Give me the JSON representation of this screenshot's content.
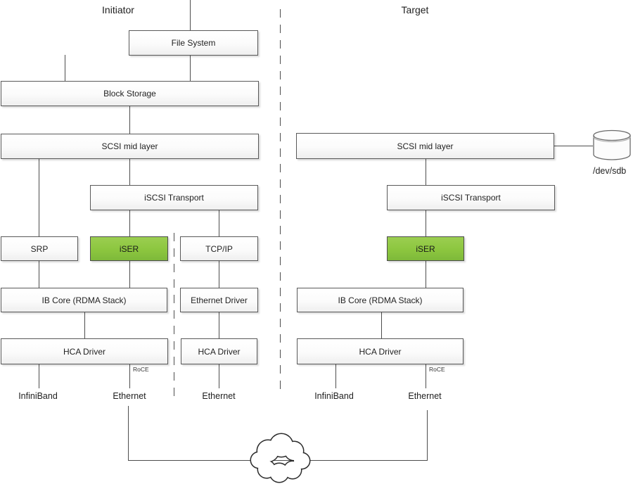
{
  "titles": {
    "initiator": "Initiator",
    "target": "Target"
  },
  "initiator_stack": {
    "file_system": "File System",
    "block_storage": "Block Storage",
    "scsi_mid_layer": "SCSI mid layer",
    "iscsi_transport": "iSCSI Transport",
    "srp": "SRP",
    "iser": "iSER",
    "tcp_ip": "TCP/IP",
    "ib_core": "IB Core (RDMA Stack)",
    "ethernet_driver": "Ethernet Driver",
    "hca_driver_ib": "HCA Driver",
    "hca_driver_eth": "HCA Driver",
    "roce_label": "RoCE",
    "port_infiniband": "InfiniBand",
    "port_ethernet_roce": "Ethernet",
    "port_ethernet_tcp": "Ethernet"
  },
  "target_stack": {
    "scsi_mid_layer": "SCSI mid layer",
    "iscsi_transport": "iSCSI Transport",
    "iser": "iSER",
    "ib_core": "IB Core (RDMA Stack)",
    "hca_driver": "HCA Driver",
    "roce_label": "RoCE",
    "port_infiniband": "InfiniBand",
    "port_ethernet": "Ethernet",
    "storage_device": "/dev/sdb"
  },
  "colors": {
    "iser_green": "#8dc63f",
    "box_border": "#595959",
    "connector": "#4d4d4d"
  }
}
